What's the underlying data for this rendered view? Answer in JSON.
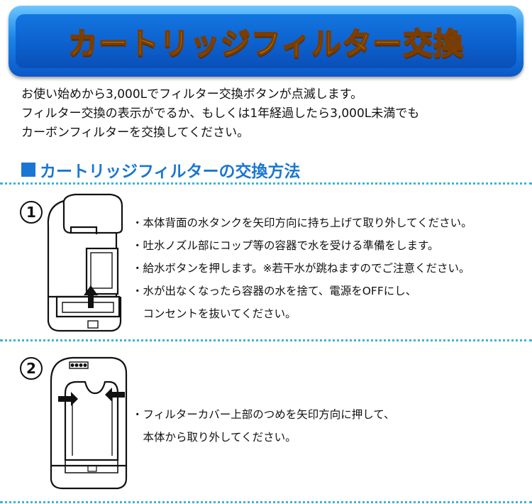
{
  "banner": {
    "title": "カートリッジフィルター交換"
  },
  "intro": [
    "お使い始めから3,000Lでフィルター交換ボタンが点滅します。",
    "フィルター交換の表示がでるか、もしくは1年経過したら3,000L未満でも",
    "カーボンフィルターを交換してください。"
  ],
  "section": {
    "title": "カートリッジフィルターの交換方法"
  },
  "steps": [
    {
      "number": "1",
      "lines": [
        "・本体背面の水タンクを矢印方向に持ち上げて取り外してください。",
        "・吐水ノズル部にコップ等の容器で水を受ける準備をします。",
        "・給水ボタンを押します。※若干水が跳ねますのでご注意ください。",
        "・水が出なくなったら容器の水を捨て、電源をOFFにし、",
        "　コンセントを抜いてください。"
      ]
    },
    {
      "number": "2",
      "lines": [
        "・フィルターカバー上部のつめを矢印方向に押して、",
        "　本体から取り外してください。"
      ]
    }
  ],
  "colors": {
    "banner_blue": "#0d63d0",
    "title_yellow": "#ffe100",
    "section_blue": "#1a76d2",
    "dotted": "#3ab4d8"
  }
}
